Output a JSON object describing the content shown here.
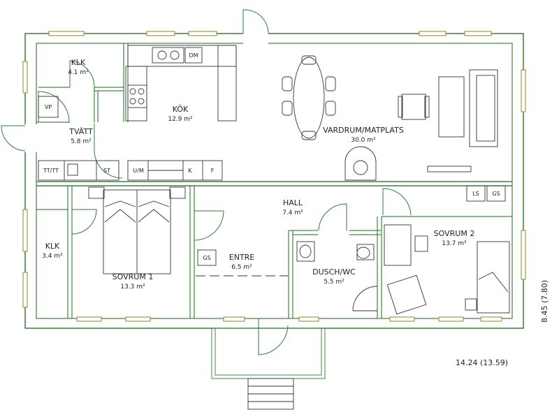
{
  "rooms": {
    "klk_top": {
      "name": "KLK",
      "area": "4.1 m²"
    },
    "tvatt": {
      "name": "TVÄTT",
      "area": "5.8 m²"
    },
    "kok": {
      "name": "KÖK",
      "area": "12.9 m²"
    },
    "vardrum": {
      "name": "VARDRUM/MATPLATS",
      "area": "30.0 m²"
    },
    "hall": {
      "name": "HALL",
      "area": "7.4 m²"
    },
    "klk_left": {
      "name": "KLK",
      "area": "3.4 m²"
    },
    "sovrum1": {
      "name": "SOVRUM 1",
      "area": "13.3 m²"
    },
    "entre": {
      "name": "ENTRE",
      "area": "6.5 m²"
    },
    "dusch": {
      "name": "DUSCH/WC",
      "area": "5.5 m²"
    },
    "sovrum2": {
      "name": "SOVRUM 2",
      "area": "13.7 m²"
    }
  },
  "fixtures": {
    "vp": "VP",
    "tt_tt": "TT/TT",
    "st": "ST",
    "dm": "DM",
    "um": "U/M",
    "k": "K",
    "f": "F",
    "ls": "LS",
    "gs_top": "GS",
    "gs_left": "GS"
  },
  "dimensions": {
    "width": "14.24  (13.59)",
    "depth": "8.45  (7.80)"
  }
}
